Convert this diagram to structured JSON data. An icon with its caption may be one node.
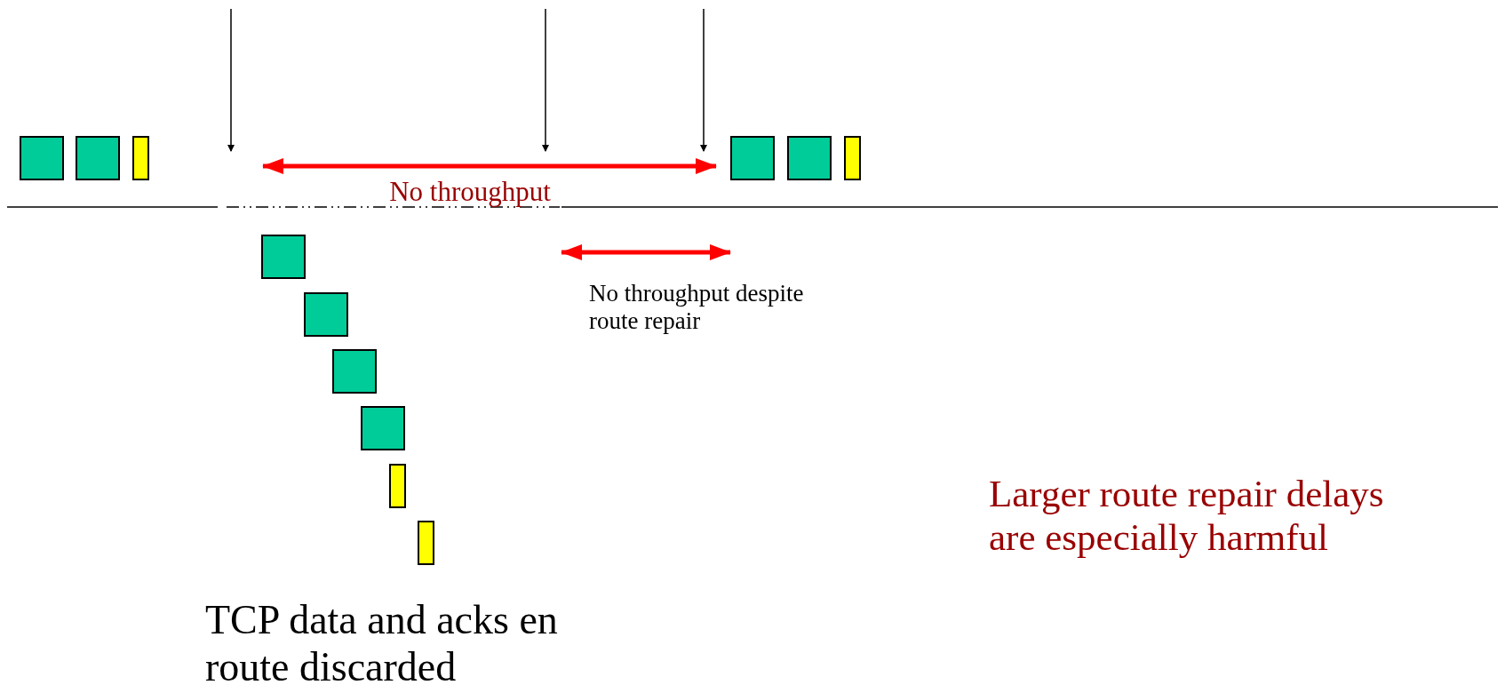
{
  "diagram": {
    "labels": [
      "No throughput",
      "No throughput despite route repair",
      "TCP data and acks en route discarded",
      "Larger route repair delays are especially harmful"
    ]
  }
}
